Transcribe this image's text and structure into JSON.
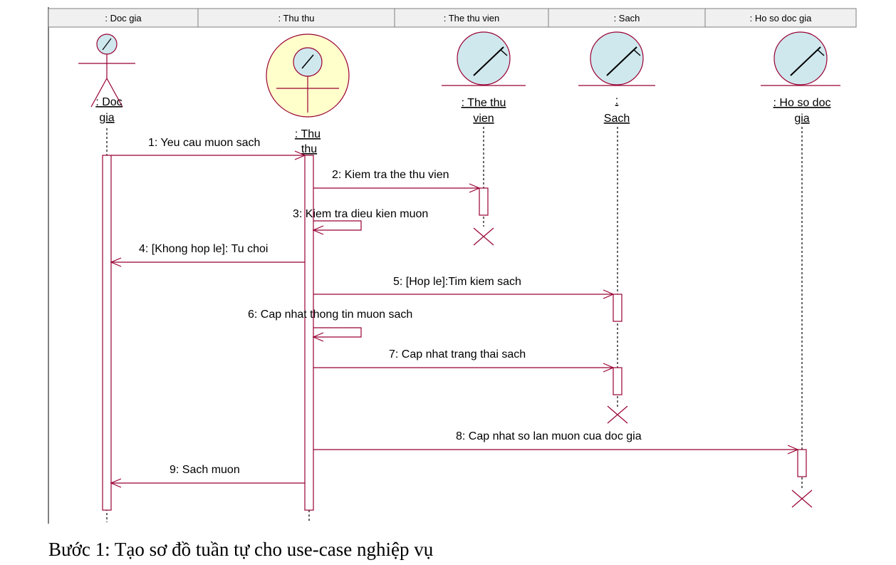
{
  "header": {
    "columns": [
      ": Doc gia",
      ": Thu thu",
      ": The thu vien",
      ": Sach",
      ": Ho so doc gia"
    ]
  },
  "objects": [
    {
      "kind": "actor",
      "label_lines": [
        ": Doc",
        "gia"
      ]
    },
    {
      "kind": "control",
      "label_lines": [
        ": Thu",
        "thu"
      ]
    },
    {
      "kind": "entity",
      "label_lines": [
        ": The thu",
        "vien"
      ]
    },
    {
      "kind": "entity",
      "label_lines": [
        ":",
        "Sach"
      ]
    },
    {
      "kind": "entity",
      "label_lines": [
        ": Ho so doc",
        "gia"
      ]
    }
  ],
  "messages": [
    {
      "text": "1: Yeu cau muon sach",
      "from": 0,
      "to": 1
    },
    {
      "text": "2: Kiem tra the thu vien",
      "from": 1,
      "to": 2
    },
    {
      "text": "3: Kiem tra dieu kien muon",
      "from": 1,
      "to": 1
    },
    {
      "text": "4: [Khong hop le]: Tu choi",
      "from": 1,
      "to": 0
    },
    {
      "text": "5: [Hop le]:Tim kiem sach",
      "from": 1,
      "to": 3
    },
    {
      "text": "6: Cap nhat thong tin muon sach",
      "from": 1,
      "to": 1
    },
    {
      "text": "7: Cap nhat trang thai sach",
      "from": 1,
      "to": 3
    },
    {
      "text": "8: Cap nhat so lan muon cua doc gia",
      "from": 1,
      "to": 4
    },
    {
      "text": "9: Sach muon",
      "from": 1,
      "to": 0
    }
  ],
  "destroyed": [
    2,
    3,
    4
  ],
  "colors": {
    "line": "#990033",
    "entity_fill": "#cfe8ee",
    "control_fill": "#ffffcc",
    "header_fill": "#f0f0f0"
  },
  "caption": "Bước 1: Tạo sơ đồ tuần tự cho use-case nghiệp vụ"
}
